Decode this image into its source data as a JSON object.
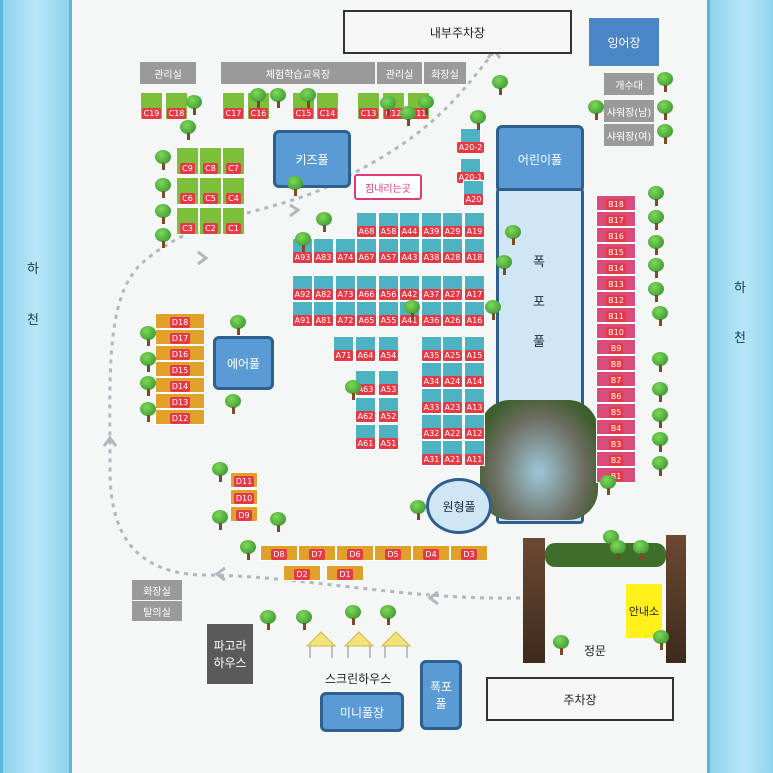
{
  "rivers": {
    "left_label": [
      "하",
      "천"
    ],
    "right_label": [
      "하",
      "천"
    ]
  },
  "buildings": {
    "internal_parking": "내부주차장",
    "parking": "주차장",
    "fishing_pond": "잉어장",
    "info_center": "안내소",
    "main_gate": "정문",
    "sink": "개수대",
    "shower_male": "샤워장(남)",
    "shower_female": "샤워장(여)",
    "admin_office_left": "관리실",
    "experience_center": "체험학습교육장",
    "admin_office_mid": "관리실",
    "restroom_top": "화장실",
    "restroom_bottom": "화장실",
    "changing_room": "탈의실",
    "pergola_house": [
      "파고라",
      "하우스"
    ],
    "screen_house": "스크린하우스",
    "drop_off": "짐내리는곳"
  },
  "pools": {
    "kids_pool": "키즈풀",
    "children_pool": "어린이풀",
    "waterfall_pool": [
      "폭",
      "포",
      "풀"
    ],
    "air_pool": "에어풀",
    "round_pool": "원형풀",
    "mini_pool": "미니풀장",
    "small_waterfall_pool": [
      "폭포",
      "풀"
    ]
  },
  "sites": {
    "c_sites": [
      "C19",
      "C18",
      "C17",
      "C16",
      "C15",
      "C14",
      "C13",
      "C12",
      "C11",
      "C9",
      "C8",
      "C7",
      "C6",
      "C5",
      "C4",
      "C3",
      "C2",
      "C1"
    ],
    "a_sites": [
      "A20-2",
      "A20-1",
      "A20",
      "A68",
      "A58",
      "A44",
      "A39",
      "A29",
      "A19",
      "A93",
      "A83",
      "A74",
      "A67",
      "A57",
      "A43",
      "A38",
      "A28",
      "A18",
      "A92",
      "A82",
      "A73",
      "A66",
      "A56",
      "A42",
      "A37",
      "A27",
      "A17",
      "A91",
      "A81",
      "A72",
      "A65",
      "A55",
      "A41",
      "A36",
      "A26",
      "A16",
      "A71",
      "A64",
      "A54",
      "A35",
      "A25",
      "A15",
      "A63",
      "A53",
      "A34",
      "A24",
      "A14",
      "A62",
      "A52",
      "A33",
      "A23",
      "A13",
      "A61",
      "A51",
      "A32",
      "A22",
      "A12",
      "A31",
      "A21",
      "A11"
    ],
    "b_sites": [
      "B18",
      "B17",
      "B16",
      "B15",
      "B14",
      "B13",
      "B12",
      "B11",
      "B10",
      "B9",
      "B8",
      "B7",
      "B6",
      "B5",
      "B4",
      "B3",
      "B2",
      "B1"
    ],
    "d_sites": [
      "D18",
      "D17",
      "D16",
      "D15",
      "D14",
      "D13",
      "D12",
      "D11",
      "D10",
      "D9",
      "D8",
      "D7",
      "D6",
      "D5",
      "D4",
      "D3",
      "D2",
      "D1"
    ]
  },
  "colors": {
    "river": "#8fd3ee",
    "pool_blue": "#5b9bd5",
    "site_teal": "#4db3c2",
    "site_green": "#7bbf3b",
    "site_orange": "#e0a02a",
    "site_pink": "#d94b7a",
    "site_tag": "#e63946"
  }
}
